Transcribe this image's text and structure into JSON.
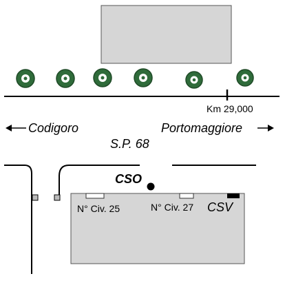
{
  "map": {
    "km_label": "Km 29,000",
    "direction_left": "Codigoro",
    "direction_right": "Portomaggiore",
    "road_name": "S.P. 68",
    "station_cso": "CSO",
    "civ_25": "N° Civ. 25",
    "civ_27": "N° Civ. 27",
    "station_csv": "CSV",
    "colors": {
      "building_fill": "#d6d6d6",
      "tree_fill": "#2f6b3a",
      "tree_highlight": "#ffffff",
      "line": "#000000"
    },
    "tree_icon": "tree-icon",
    "arrow_left_icon": "arrow-left-icon",
    "arrow_right_icon": "arrow-right-icon"
  }
}
